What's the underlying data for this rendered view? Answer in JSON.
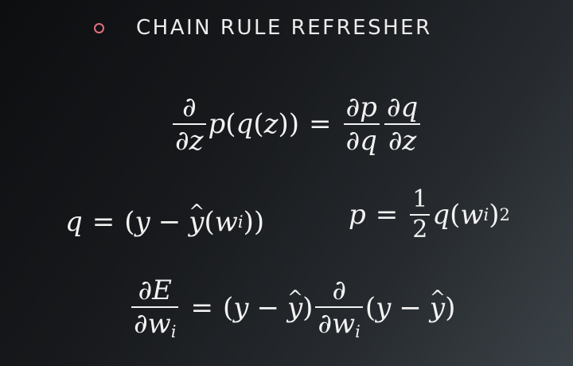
{
  "header": {
    "title": "CHAIN RULE REFRESHER",
    "accent_color": "#e0707a"
  },
  "equations": {
    "chain_rule": "∂/∂z p(q(z)) = ∂p/∂q ∂q/∂z",
    "q_definition": "q = (y − ŷ(w_i))",
    "p_definition": "p = 1/2 q(w_i)^2",
    "error_gradient": "∂E/∂w_i = (y − ŷ) ∂/∂w_i (y − ŷ)"
  }
}
